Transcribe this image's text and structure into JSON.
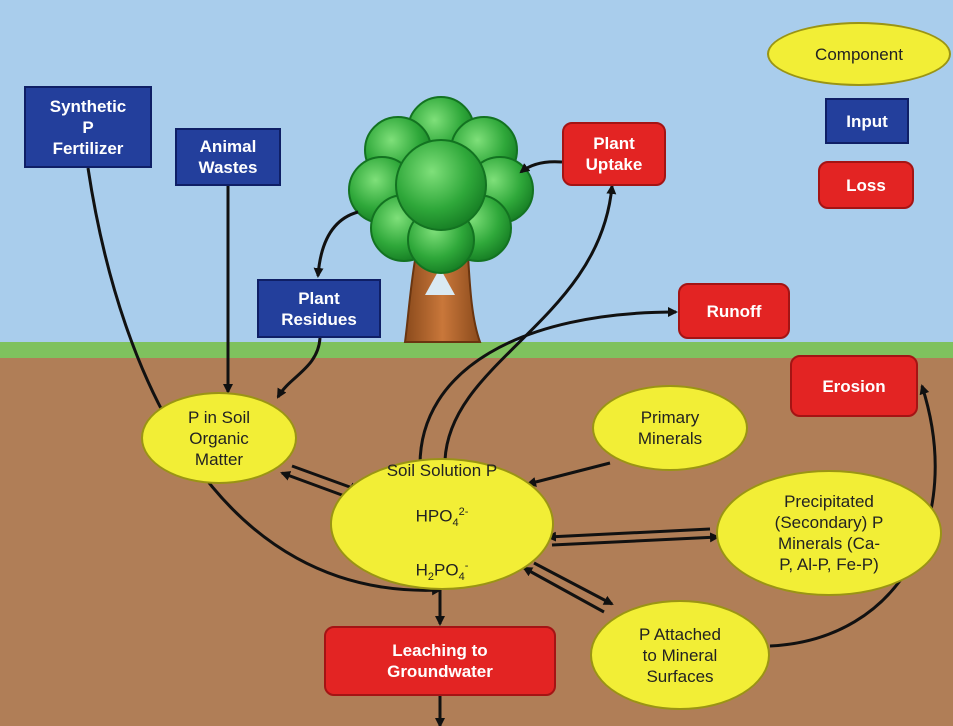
{
  "legend": {
    "component": "Component",
    "input": "Input",
    "loss": "Loss"
  },
  "inputs": {
    "synthetic_fertilizer": "Synthetic\nP\nFertilizer",
    "animal_wastes": "Animal\nWastes",
    "plant_residues": "Plant\nResidues"
  },
  "losses": {
    "plant_uptake": "Plant\nUptake",
    "runoff": "Runoff",
    "erosion": "Erosion",
    "leaching": "Leaching to\nGroundwater"
  },
  "components": {
    "soil_organic_matter": "P in Soil\nOrganic\nMatter",
    "primary_minerals": "Primary\nMinerals",
    "soil_solution": {
      "title": "Soil Solution P",
      "species1_base": "HPO",
      "species1_sub": "4",
      "species1_sup": "2-",
      "species2_base": "H",
      "species2_sub1": "2",
      "species2_mid": "PO",
      "species2_sub2": "4",
      "species2_sup": "-"
    },
    "precipitated_minerals": "Precipitated\n(Secondary) P\nMinerals (Ca-\nP, Al-P, Fe-P)",
    "attached_minerals": "P Attached\nto Mineral\nSurfaces"
  },
  "colors": {
    "sky": "#a9cdec",
    "grass": "#7fc15e",
    "soil": "#b07e57",
    "input": "#233f9c",
    "loss": "#e32423",
    "component": "#f2ee36",
    "tree_canopy": "#2fa83a",
    "tree_trunk": "#b5642a"
  }
}
